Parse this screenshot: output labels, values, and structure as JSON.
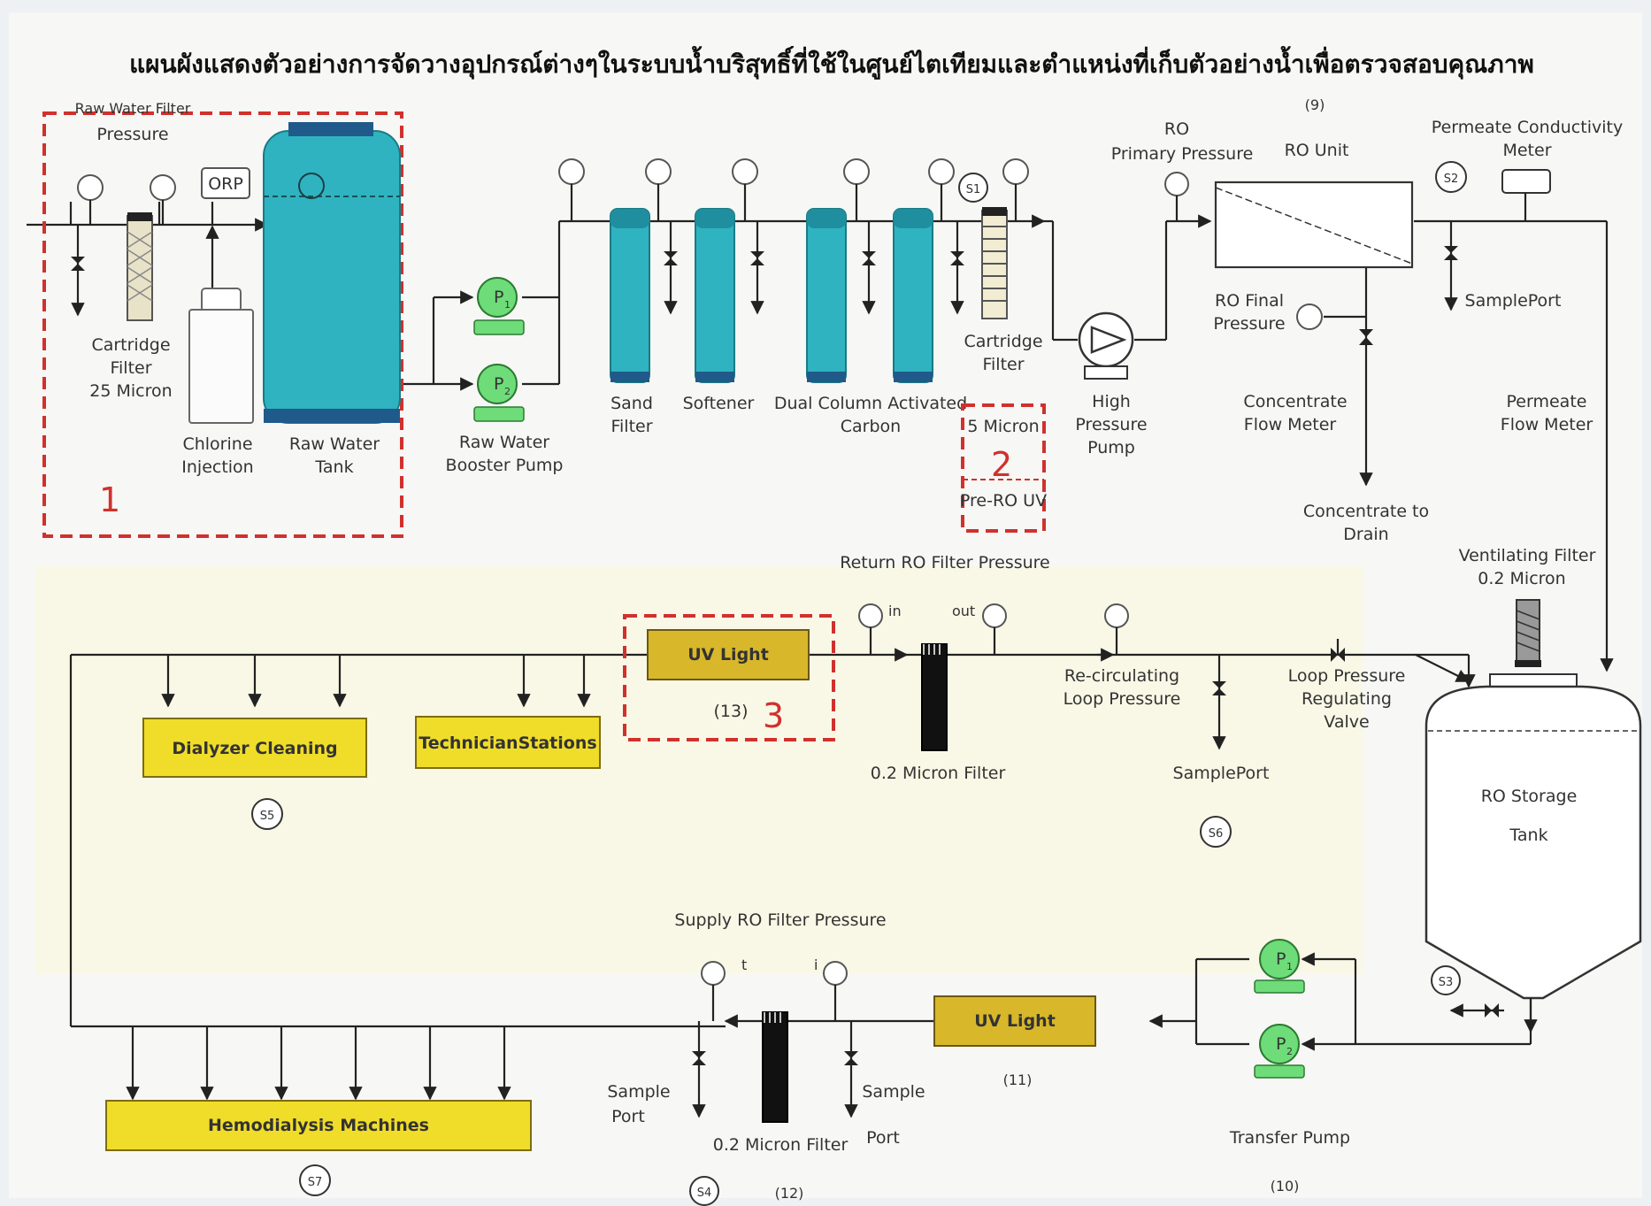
{
  "title": "แผนผังแสดงตัวอย่างการจัดวางอุปกรณ์ต่างๆในระบบน้ำบริสุทธิ์ที่ใช้ในศูนย์ไตเทียมและตำแหน่งที่เก็บตัวอย่างน้ำเพื่อตรวจสอบคุณภาพ",
  "colors": {
    "teal": "#2fb3c0",
    "green": "#6fdc7a",
    "yellow": "#f0dd2a",
    "gold": "#d9b72a",
    "red_dash": "#d0312d"
  },
  "zones": {
    "z1": "1",
    "z2": "2",
    "z3": "3"
  },
  "labels": {
    "raw_water_filter_pressure_1": "Raw Water Filter",
    "raw_water_filter_pressure_2": "Pressure",
    "orp": "ORP",
    "cartridge_25_1": "Cartridge",
    "cartridge_25_2": "Filter",
    "cartridge_25_3": "25 Micron",
    "chlorine_1": "Chlorine",
    "chlorine_2": "Injection",
    "raw_tank_1": "Raw Water",
    "raw_tank_2": "Tank",
    "booster_1": "Raw Water",
    "booster_2": "Booster Pump",
    "pump_p1": "P",
    "pump_p2": "P",
    "sub_1": "1",
    "sub_2": "2",
    "sand_1": "Sand",
    "sand_2": "Filter",
    "softener": "Softener",
    "carbon_1": "Dual Column Activated",
    "carbon_2": "Carbon",
    "cartridge_5_1": "Cartridge",
    "cartridge_5_2": "Filter",
    "five_micron": "5 Micron",
    "pre_ro_uv": "Pre-RO UV",
    "hp_pump_1": "High",
    "hp_pump_2": "Pressure",
    "hp_pump_3": "Pump",
    "ro_primary_1": "RO",
    "ro_primary_2": "Primary Pressure",
    "ro_unit_num": "(9)",
    "ro_unit": "RO Unit",
    "ro_final_1": "RO Final",
    "ro_final_2": "Pressure",
    "conc_flow_1": "Concentrate",
    "conc_flow_2": "Flow Meter",
    "conc_drain_1": "Concentrate to",
    "conc_drain_2": "Drain",
    "perm_cond_1": "Permeate Conductivity",
    "perm_cond_2": "Meter",
    "sample_port_top": "SamplePort",
    "perm_flow_1": "Permeate",
    "perm_flow_2": "Flow Meter",
    "vent_1": "Ventilating Filter",
    "vent_2": "0.2 Micron",
    "ro_storage_1": "RO Storage",
    "ro_storage_2": "Tank",
    "return_ro": "Return RO Filter Pressure",
    "in_top": "in",
    "out_top": "out",
    "uv_top": "UV Light",
    "uv_top_num": "(13)",
    "micron_02_top": "0.2 Micron Filter",
    "recirc_1": "Re-circulating",
    "recirc_2": "Loop Pressure",
    "sample_port_mid": "SamplePort",
    "loop_valve_1": "Loop Pressure",
    "loop_valve_2": "Regulating",
    "loop_valve_3": "Valve",
    "dialyzer": "Dialyzer Cleaning",
    "technician": "TechnicianStations",
    "supply_ro": "Supply RO Filter Pressure",
    "t_label": "t",
    "i_label": "i",
    "sample_port_bl_1": "Sample",
    "sample_port_bl_2": "Port",
    "sample_port_br_1": "Sample",
    "sample_port_br_2": "Port",
    "micron_02_bottom": "0.2 Micron Filter",
    "num_12": "(12)",
    "uv_bottom": "UV Light",
    "num_11": "(11)",
    "transfer_pump": "Transfer Pump",
    "num_10": "(10)",
    "hemo": "Hemodialysis Machines"
  },
  "samples": {
    "s1": "S1",
    "s2": "S2",
    "s3": "S3",
    "s4": "S4",
    "s5": "S5",
    "s6": "S6",
    "s7": "S7"
  }
}
